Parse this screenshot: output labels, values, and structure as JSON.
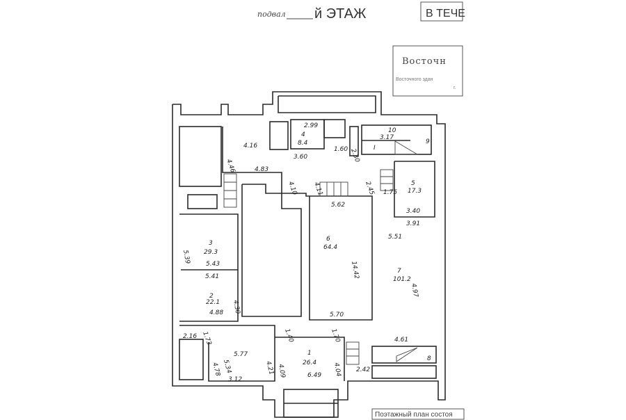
{
  "header": {
    "floor_prefix": "подвал",
    "floor_title": "й ЭТАЖ",
    "top_right_box": "В ТЕЧЕ"
  },
  "stamp": {
    "title": "Восточн",
    "subtitle": "Восточного здан",
    "city": "г."
  },
  "footer": {
    "right_box": "Поэтажный план состоя"
  },
  "labels": [
    "4.16",
    "4.46",
    "2.99",
    "4",
    "8.4",
    "3.60",
    "1.60",
    "2.30",
    "10",
    "3.17",
    "I",
    "9",
    "4.83",
    "4.10",
    "4.11",
    "2.45",
    "5",
    "17.3",
    "1.75",
    "5.62",
    "3.40",
    "3.91",
    "5.51",
    "3",
    "29.3",
    "5.39",
    "6",
    "64.4",
    "14.42",
    "5.43",
    "7",
    "101.2",
    "4.97",
    "5.41",
    "2",
    "22.1",
    "4.30",
    "4.88",
    "5.70",
    "1.40",
    "1.70",
    "2.16",
    "1.73",
    "4.61",
    "5.77",
    "5.34",
    "4.78",
    "4.21",
    "4.09",
    "1",
    "26.4",
    "4.04",
    "6.49",
    "3.12",
    "2.42",
    "8"
  ]
}
